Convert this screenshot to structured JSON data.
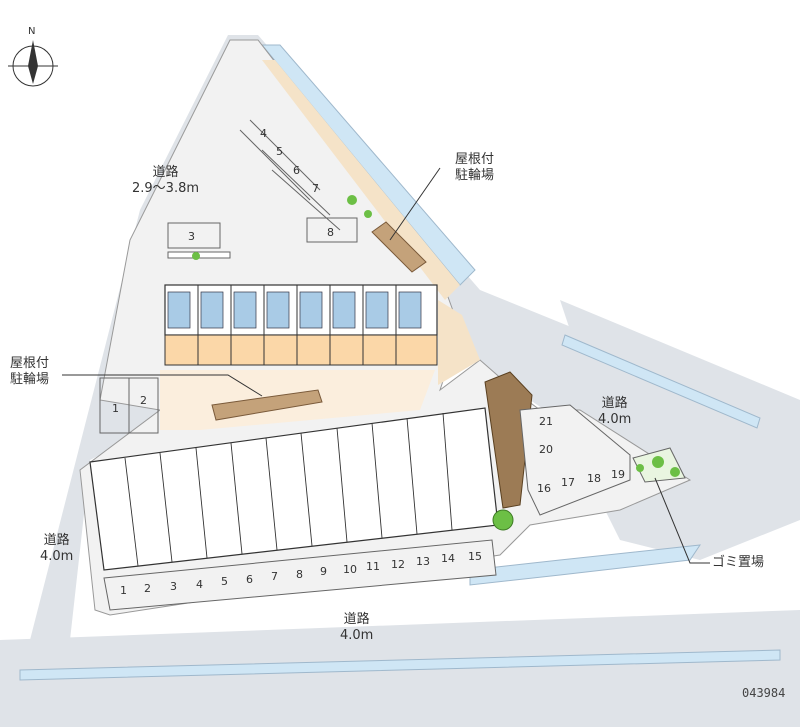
{
  "map": {
    "compass": {
      "letter": "N",
      "icon": "north-arrow-icon"
    },
    "roads": {
      "north_west": {
        "name": "道路",
        "width": "2.9〜3.8m"
      },
      "east": {
        "name": "道路",
        "width": "4.0m"
      },
      "west": {
        "name": "道路",
        "width": "4.0m"
      },
      "south": {
        "name": "道路",
        "width": "4.0m"
      }
    },
    "facilities": {
      "bike_parking_north": {
        "line1": "屋根付",
        "line2": "駐輪場"
      },
      "bike_parking_west": {
        "line1": "屋根付",
        "line2": "駐輪場"
      },
      "garbage": "ゴミ置場"
    },
    "parking_spaces": {
      "north_left": [
        "3"
      ],
      "north_column": [
        "4",
        "5",
        "6",
        "7",
        "8"
      ],
      "west_block": [
        "1",
        "2"
      ],
      "south_row": [
        "1",
        "2",
        "3",
        "4",
        "5",
        "6",
        "7",
        "8",
        "9",
        "10",
        "11",
        "12",
        "13",
        "14",
        "15"
      ],
      "east_block": [
        "16",
        "17",
        "18",
        "19",
        "20",
        "21"
      ]
    },
    "property_code": "043984",
    "colors": {
      "road": "#dfe3e8",
      "lot": "#f2f2f2",
      "building_unit": "#ffffff",
      "balcony": "#fbd7a8",
      "stair_blue": "#a9cbe6",
      "bike_shelter": "#c4a27a",
      "greenery": "#6cbf45",
      "canal": "#cfe6f5"
    }
  }
}
